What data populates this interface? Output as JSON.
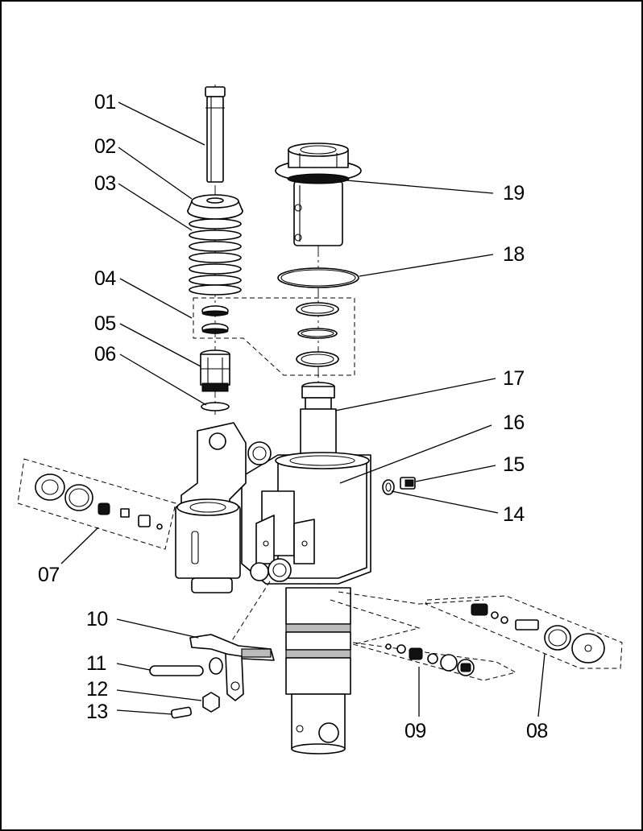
{
  "diagram": {
    "labels": [
      {
        "id": "01",
        "text": "01"
      },
      {
        "id": "02",
        "text": "02"
      },
      {
        "id": "03",
        "text": "03"
      },
      {
        "id": "04",
        "text": "04"
      },
      {
        "id": "05",
        "text": "05"
      },
      {
        "id": "06",
        "text": "06"
      },
      {
        "id": "07",
        "text": "07"
      },
      {
        "id": "08",
        "text": "08"
      },
      {
        "id": "09",
        "text": "09"
      },
      {
        "id": "10",
        "text": "10"
      },
      {
        "id": "11",
        "text": "11"
      },
      {
        "id": "12",
        "text": "12"
      },
      {
        "id": "13",
        "text": "13"
      },
      {
        "id": "14",
        "text": "14"
      },
      {
        "id": "15",
        "text": "15"
      },
      {
        "id": "16",
        "text": "16"
      },
      {
        "id": "17",
        "text": "17"
      },
      {
        "id": "18",
        "text": "18"
      },
      {
        "id": "19",
        "text": "19"
      }
    ]
  }
}
